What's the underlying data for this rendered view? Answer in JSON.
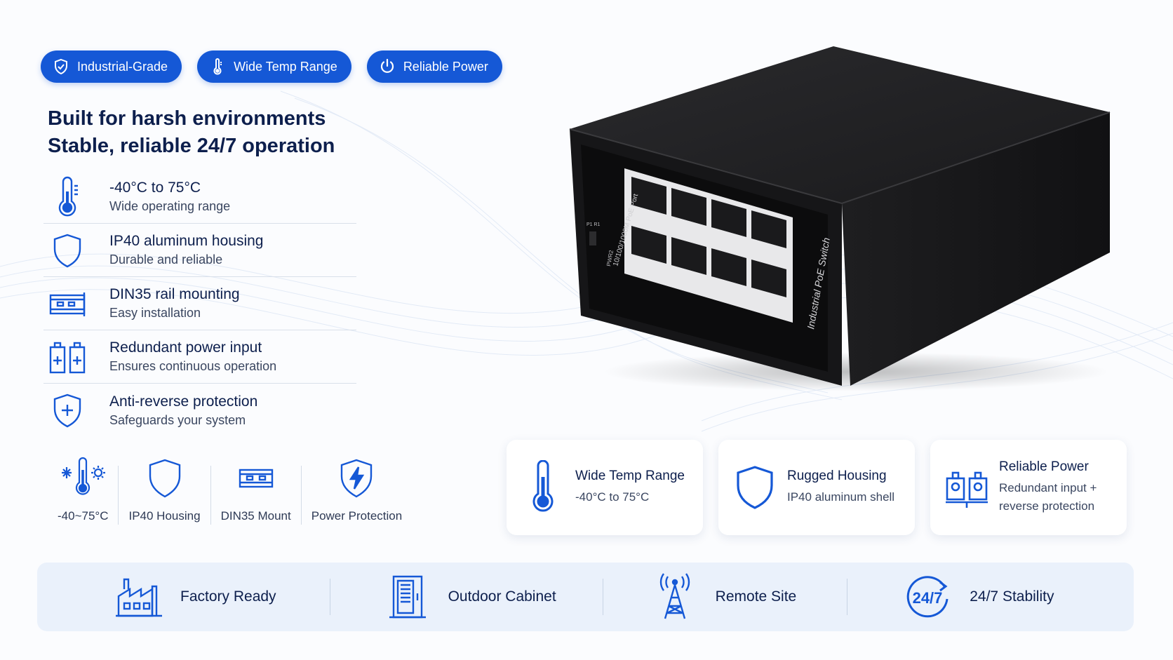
{
  "pills": [
    {
      "label": "Industrial-Grade",
      "icon": "shield-check-icon"
    },
    {
      "label": "Wide Temp Range",
      "icon": "thermometer-icon"
    },
    {
      "label": "Reliable Power",
      "icon": "power-icon"
    }
  ],
  "headline": {
    "line1": "Built for harsh environments",
    "line2": "Stable, reliable 24/7 operation"
  },
  "features": [
    {
      "title": "-40°C to 75°C",
      "subtitle": "Wide operating range",
      "icon": "thermometer-icon"
    },
    {
      "title": "IP40 aluminum housing",
      "subtitle": "Durable and reliable",
      "icon": "shield-icon"
    },
    {
      "title": "DIN35 rail mounting",
      "subtitle": "Easy installation",
      "icon": "din-rail-icon"
    },
    {
      "title": "Redundant power input",
      "subtitle": "Ensures continuous operation",
      "icon": "battery-icon"
    },
    {
      "title": "Anti-reverse protection",
      "subtitle": "Safeguards your system",
      "icon": "shield-plus-icon"
    }
  ],
  "mini_badges": [
    {
      "label": "-40~75°C",
      "icon": "temperature-range-icon"
    },
    {
      "label": "IP40 Housing",
      "icon": "shield-icon"
    },
    {
      "label": "DIN35 Mount",
      "icon": "din-rail-icon"
    },
    {
      "label": "Power Protection",
      "icon": "bolt-shield-icon"
    }
  ],
  "cards": [
    {
      "title": "Wide Temp Range",
      "line1": "-40°C to 75°C",
      "line2": "",
      "icon": "thermometer-icon"
    },
    {
      "title": "Rugged Housing",
      "line1": "IP40 aluminum shell",
      "line2": "",
      "icon": "shield-icon"
    },
    {
      "title": "Reliable Power",
      "line1": "Redundant input +",
      "line2": "reverse protection",
      "icon": "power-terminal-icon"
    }
  ],
  "bottom": [
    {
      "label": "Factory Ready",
      "icon": "factory-icon"
    },
    {
      "label": "Outdoor Cabinet",
      "icon": "cabinet-icon"
    },
    {
      "label": "Remote Site",
      "icon": "tower-icon"
    },
    {
      "label": "24/7 Stability",
      "icon": "clock-247-icon",
      "badge": "24/7"
    }
  ],
  "device": {
    "port_label": "10/100/1000M PoE Port",
    "side_label": "Industrial PoE Switch",
    "pwr_label": "PWR2",
    "pwr1_label": "P1 R1"
  },
  "colors": {
    "accent": "#1558d6",
    "text": "#0d1f4d",
    "device": "#1c1c1e"
  }
}
